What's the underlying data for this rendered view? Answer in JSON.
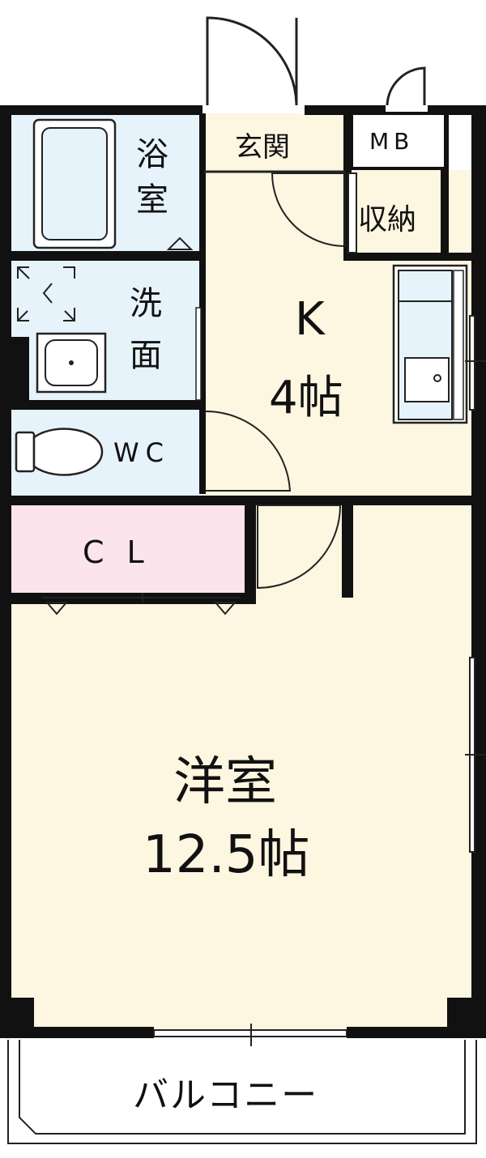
{
  "rooms": {
    "bath": {
      "label_1": "浴",
      "label_2": "室",
      "color": "#e6f3fb"
    },
    "genkan": {
      "label": "玄関",
      "color": "#fdf6e0"
    },
    "mb": {
      "label": "MB"
    },
    "storage": {
      "label": "収納",
      "color": "#fce4ec"
    },
    "washroom": {
      "label_1": "洗",
      "label_2": "面",
      "color": "#e6f3fb"
    },
    "kitchen": {
      "label_1": "K",
      "label_2": "4帖",
      "color": "#fdf6e0"
    },
    "toilet": {
      "label": "WC",
      "color": "#e6f3fb"
    },
    "closet": {
      "label": "CL",
      "color": "#fce4ec"
    },
    "western": {
      "label_1": "洋室",
      "label_2": "12.5帖",
      "color": "#fdf6e0"
    },
    "balcony": {
      "label": "バルコニー"
    }
  },
  "colors": {
    "wall": "#111111",
    "line": "#222222"
  }
}
